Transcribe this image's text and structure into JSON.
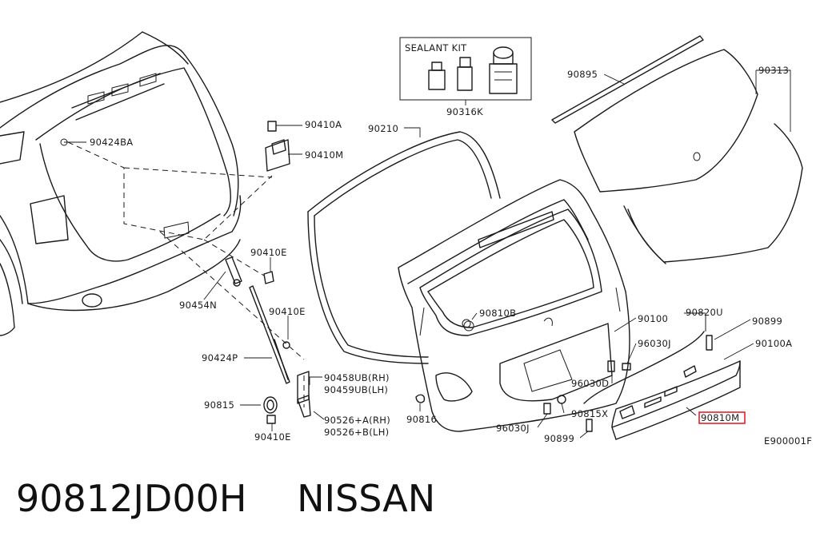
{
  "diagram": {
    "sealant_kit_title": "SEALANT KIT",
    "diagram_code": "E900001F",
    "highlight_color": "#e8202a",
    "labels": {
      "p90424BA": "90424BA",
      "p90410A": "90410A",
      "p90410M": "90410M",
      "p90316K": "90316K",
      "p90895": "90895",
      "p90313": "90313",
      "p90210": "90210",
      "p90410E_a": "90410E",
      "p90454N": "90454N",
      "p90410E_b": "90410E",
      "p90810B": "90810B",
      "p90100": "90100",
      "p90820U": "90820U",
      "p90899_a": "90899",
      "p96030J_a": "96030J",
      "p90100A": "90100A",
      "p90424P": "90424P",
      "p90458UB": "90458UB(RH)",
      "p90459UB": "90459UB(LH)",
      "p96030D": "96030D",
      "p90815": "90815",
      "p90816": "90816",
      "p90815X": "90815X",
      "p90810M": "90810M",
      "p90526A": "90526+A(RH)",
      "p90526B": "90526+B(LH)",
      "p96030J_b": "96030J",
      "p90410E_c": "90410E",
      "p90899_b": "90899"
    }
  },
  "caption": {
    "part_number": "90812JD00H",
    "brand": "NISSAN"
  }
}
